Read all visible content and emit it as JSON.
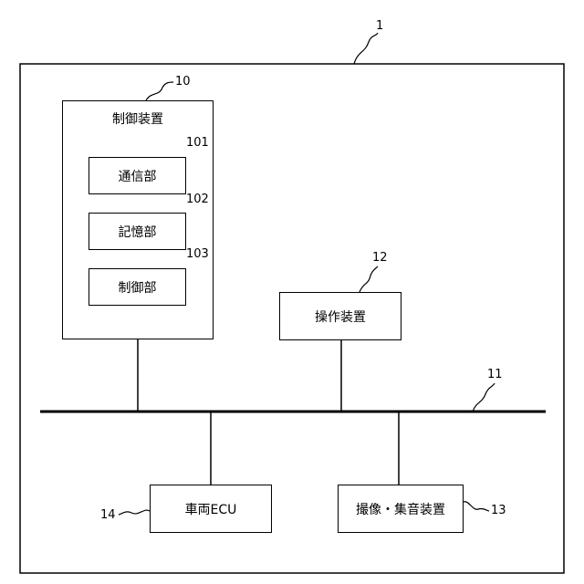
{
  "refs": {
    "system": "1",
    "control_device": "10",
    "communication": "101",
    "storage": "102",
    "control_unit": "103",
    "bus": "11",
    "operation_device": "12",
    "imaging_sound_device": "13",
    "vehicle_ecu": "14"
  },
  "labels": {
    "control_device": "制御装置",
    "communication": "通信部",
    "storage": "記憶部",
    "control_unit": "制御部",
    "operation_device": "操作装置",
    "vehicle_ecu": "車両ECU",
    "imaging_sound_device": "撮像・集音装置"
  }
}
